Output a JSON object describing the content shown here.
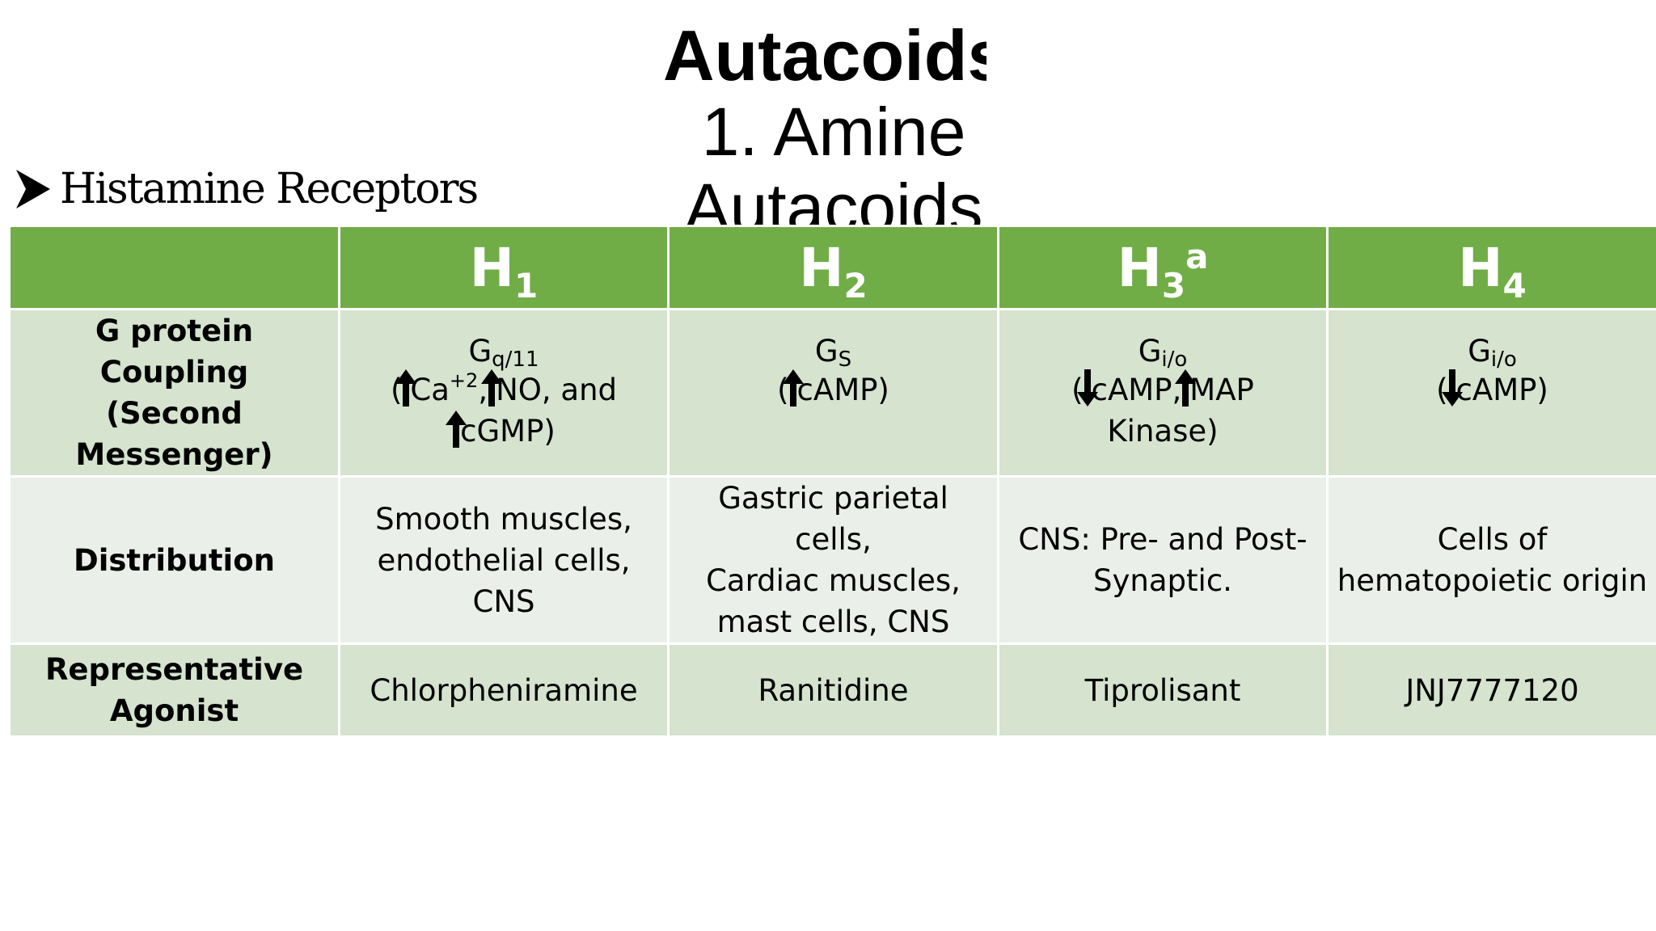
{
  "title": {
    "line1": "Autacoids",
    "line2": "1. Amine",
    "line3": "Autacoids"
  },
  "section_heading": "Histamine Receptors",
  "table": {
    "headers": [
      {
        "base": "",
        "sub": "",
        "sup": ""
      },
      {
        "base": "H",
        "sub": "1",
        "sup": ""
      },
      {
        "base": "H",
        "sub": "2",
        "sup": ""
      },
      {
        "base": "H",
        "sub": "3",
        "sup": "a"
      },
      {
        "base": "H",
        "sub": "4",
        "sup": ""
      }
    ],
    "g_protein": {
      "label_line1": "G protein Coupling",
      "label_line2": "(Second Messenger)",
      "h1": {
        "g": "G",
        "g_sub": "q/11",
        "open": "(",
        "ca": "Ca",
        "ca_sup": "+2",
        "comma": ",",
        "no": "NO, and",
        "cgmp": "cGMP)"
      },
      "h2": {
        "g": "G",
        "g_sub": "S",
        "open": "(",
        "camp": "cAMP)"
      },
      "h3": {
        "g": "G",
        "g_sub": "i/o",
        "open": "(",
        "camp": "cAMP,",
        "map": "MAP",
        "kinase": "Kinase)"
      },
      "h4": {
        "g": "G",
        "g_sub": "i/o",
        "open": "(",
        "camp": "cAMP)"
      }
    },
    "distribution": {
      "label": "Distribution",
      "h1_line1": "Smooth muscles,",
      "h1_line2": "endothelial cells, CNS",
      "h2_line1": "Gastric parietal cells,",
      "h2_line2": "Cardiac muscles,",
      "h2_line3": "mast cells, CNS",
      "h3_line1": "CNS: Pre- and Post-",
      "h3_line2": "Synaptic.",
      "h4_line1": "Cells of",
      "h4_line2": "hematopoietic origin"
    },
    "agonist": {
      "label_line1": "Representative",
      "label_line2": "Agonist",
      "h1": "Chlorpheniramine",
      "h2": "Ranitidine",
      "h3": "Tiprolisant",
      "h4": "JNJ7777120"
    }
  },
  "colors": {
    "header_green": "#71ad47",
    "row_dark": "#d5e3cf",
    "row_light": "#ebefe9"
  },
  "icons": {
    "bullet": "arrowhead-bullet-icon",
    "increase": "up-arrow-icon",
    "decrease": "down-arrow-icon"
  }
}
